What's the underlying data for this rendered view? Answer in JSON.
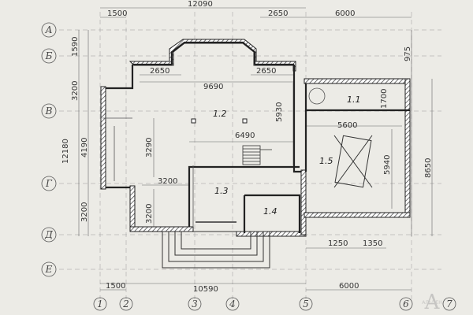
{
  "axes": {
    "rows": [
      "А",
      "Б",
      "В",
      "Г",
      "Д",
      "Е"
    ],
    "cols": [
      "1",
      "2",
      "3",
      "4",
      "5",
      "6",
      "7"
    ]
  },
  "rooms": [
    "1.1",
    "1.2",
    "1.3",
    "1.4",
    "1.5"
  ],
  "dimensions": {
    "top_total": "12090",
    "top_left": "1500",
    "top_2650": "2650",
    "top_6000": "6000",
    "left_1590": "1590",
    "left_3200_top": "3200",
    "left_12180": "12180",
    "left_4190": "4190",
    "left_3200_bottom": "3200",
    "inner_2650_left": "2650",
    "inner_2650_right": "2650",
    "inner_9690": "9690",
    "inner_5930": "5930",
    "inner_3290": "3290",
    "inner_6490": "6490",
    "inner_3200_h": "3200",
    "inner_3200_v": "3200",
    "right_975": "975",
    "right_1700": "1700",
    "right_5600": "5600",
    "right_5940": "5940",
    "right_8650": "8650",
    "bottom_1250": "1250",
    "bottom_1350": "1350",
    "bottom_1500": "1500",
    "bottom_10590": "10590",
    "bottom_6000": "6000"
  },
  "watermark": "АЛЬПЕН"
}
